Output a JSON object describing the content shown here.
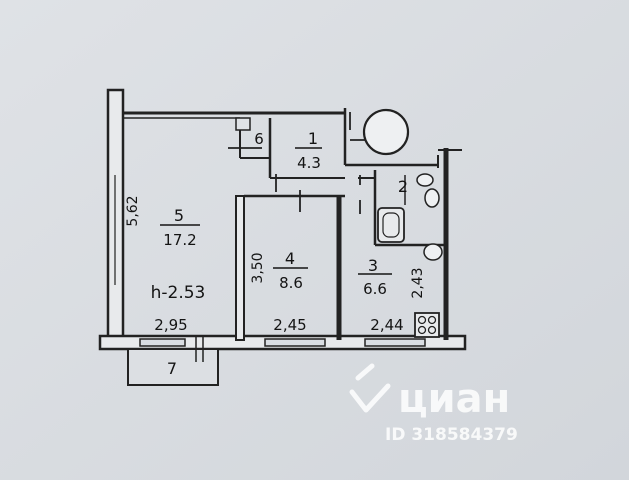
{
  "rooms": [
    {
      "number": "1",
      "area": "4.3"
    },
    {
      "number": "2"
    },
    {
      "number": "3",
      "area": "6.6"
    },
    {
      "number": "4",
      "area": "8.6"
    },
    {
      "number": "5",
      "area": "17.2"
    },
    {
      "number": "6"
    },
    {
      "number": "7"
    }
  ],
  "dimensions": {
    "room5_height": "5,62",
    "room5_width": "2,95",
    "room4_height": "3,50",
    "room4_width": "2,45",
    "room3_height": "2,43",
    "room3_width": "2,44"
  },
  "ceiling_height": "h-2.53",
  "watermark": {
    "brand": "циан",
    "id": "ID 318584379"
  }
}
